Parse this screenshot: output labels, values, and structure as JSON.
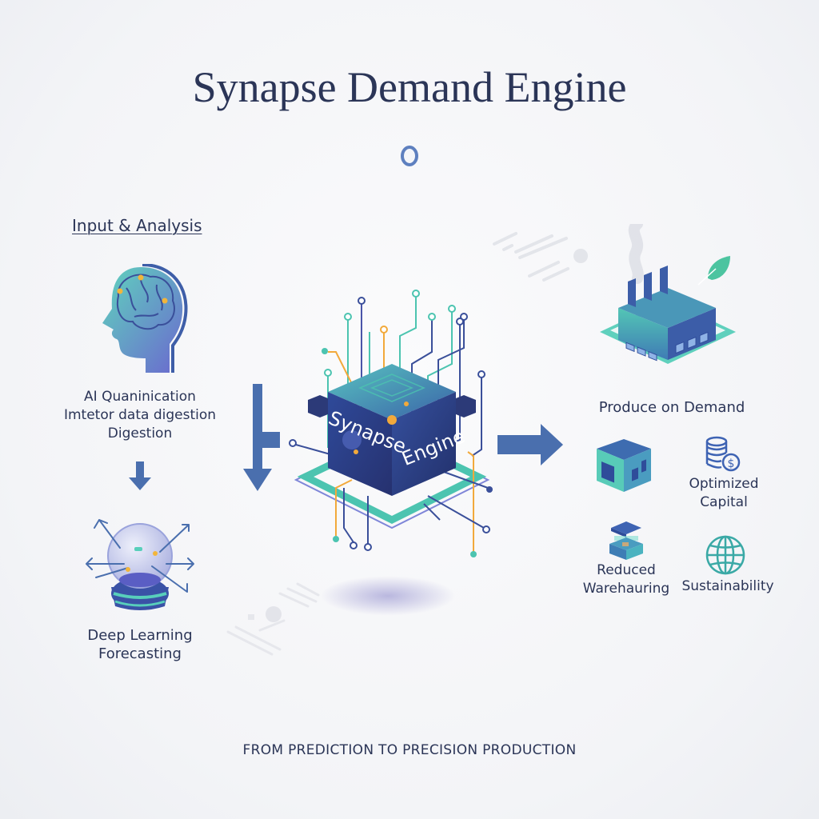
{
  "header": {
    "title": "Synapse Demand Engine"
  },
  "input_section": {
    "heading": "Input & Analysis",
    "ai_step": {
      "icon": "brain-head-icon",
      "caption_lines": [
        "AI Quaninication",
        "Imtetor data digestion",
        "Digestion"
      ]
    },
    "forecast_step": {
      "icon": "crystal-ball-icon",
      "caption_lines": [
        "Deep Learning",
        "Forecasting"
      ]
    }
  },
  "engine": {
    "icon": "circuit-cube-icon",
    "face_left_label": "Synapse",
    "face_right_label": "Engine"
  },
  "outcomes": {
    "produce": {
      "icon": "factory-icon",
      "label": "Produce on Demand"
    },
    "capital": {
      "icon": "coins-dollar-icon",
      "label_lines": [
        "Optimized",
        "Capital"
      ]
    },
    "warehouse": {
      "icon": "stacked-layers-icon",
      "label_lines": [
        "Reduced",
        "Warehauring"
      ]
    },
    "sustainability": {
      "icon": "globe-icon",
      "label": "Sustainability"
    },
    "store_icon": "warehouse-building-icon"
  },
  "footer": {
    "tagline": "FROM PREDICTION TO PRECISION PRODUCTION"
  },
  "colors": {
    "title": "#2b3557",
    "arrow": "#4a6fae",
    "teal": "#4cc4b0",
    "navy": "#2f3f86",
    "orange": "#f2a93b",
    "purple": "#7a7fd6"
  }
}
